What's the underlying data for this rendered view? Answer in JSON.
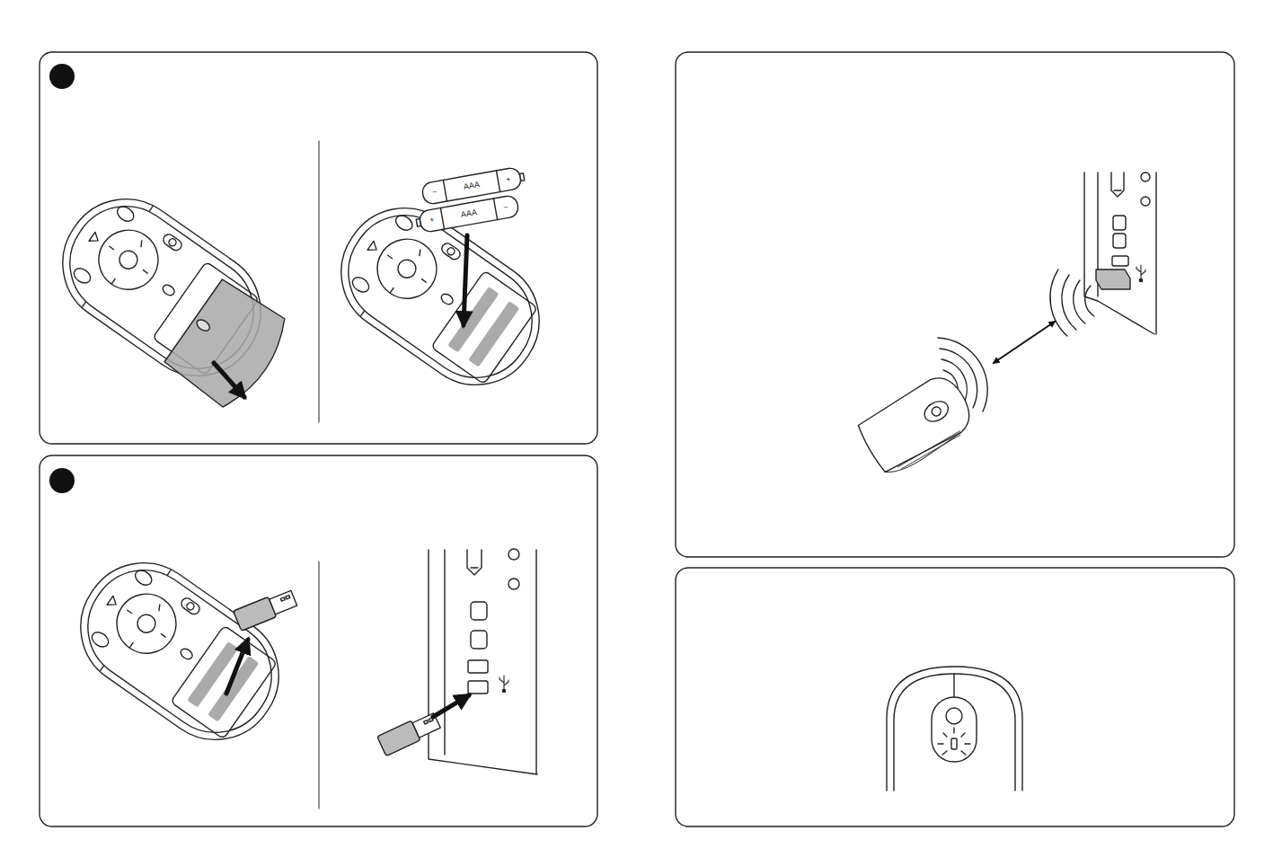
{
  "diagram": {
    "labels": [
      "−",
      "AAA",
      "+",
      "+",
      "AAA",
      "−"
    ]
  }
}
